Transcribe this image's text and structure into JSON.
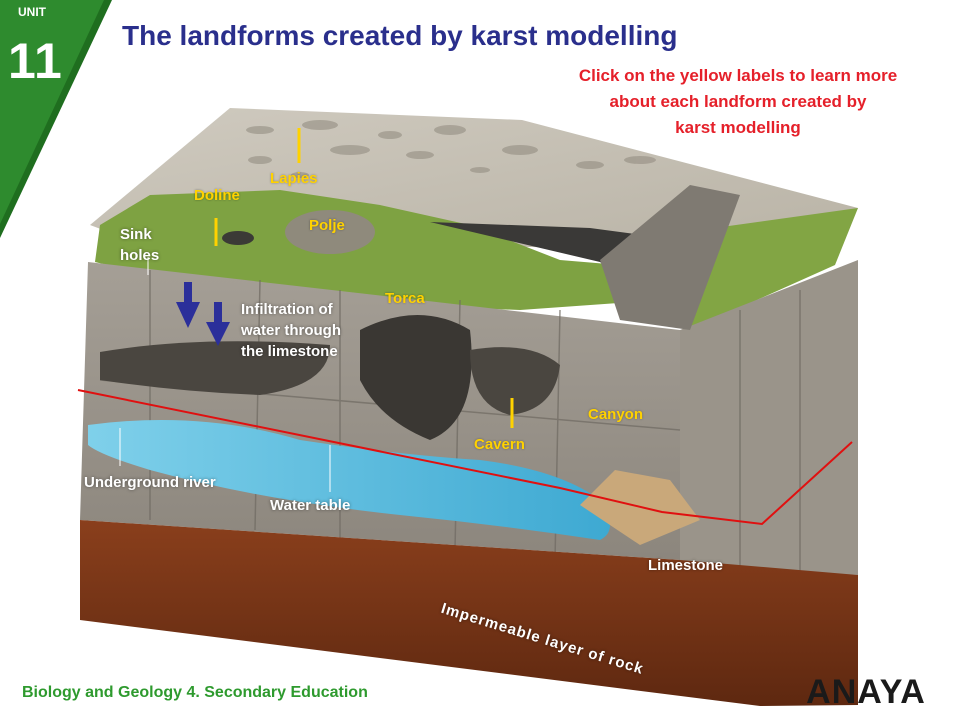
{
  "unit": {
    "label": "UNIT",
    "number": "11"
  },
  "title": "The landforms created by karst modelling",
  "instructions": {
    "line1": "Click on the yellow labels to learn more",
    "line2": "about each landform created by",
    "line3": "karst modelling"
  },
  "labels": {
    "lapies": "Lapies",
    "doline": "Doline",
    "polje": "Polje",
    "sink_holes": "Sink holes",
    "torca": "Torca",
    "infiltration": "Infiltration of water through the limestone",
    "canyon": "Canyon",
    "cavern": "Cavern",
    "underground_river": "Underground river",
    "water_table": "Water table",
    "limestone": "Limestone",
    "impermeable": "Impermeable layer of rock"
  },
  "footer": "Biology and Geology 4. Secondary Education",
  "logo_text": "ANAYA",
  "colors": {
    "title": "#2a2f8c",
    "instructions": "#e5202a",
    "badge": "#2e8b2e",
    "yellow_label": "#ffd200",
    "water_table_line": "#e01010",
    "footer": "#2e9a2e"
  }
}
